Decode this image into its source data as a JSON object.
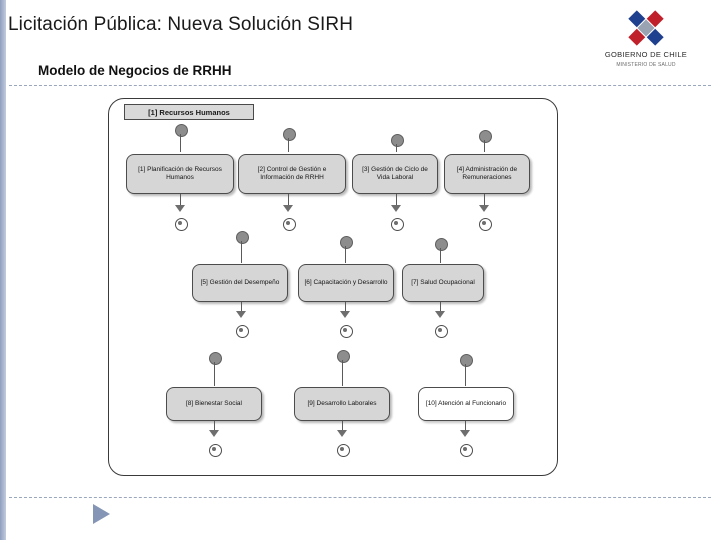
{
  "header": {
    "title": "Licitación Pública: Nueva Solución SIRH",
    "subtitle": "Modelo de Negocios de RRHH"
  },
  "logo": {
    "name": "gobierno-de-chile-logo",
    "line1": "GOBIERNO DE CHILE",
    "line2": "MINISTERIO DE SALUD",
    "colors": [
      "#1f3f8f",
      "#c0202a",
      "#ffffff",
      "#9aa3b2"
    ]
  },
  "diagram": {
    "section_header": "[1] Recursos Humanos",
    "nodes": [
      {
        "id": "n1",
        "label": "[1] Planificación de Recursos Humanos"
      },
      {
        "id": "n2",
        "label": "[2] Control de Gestión e Información de RRHH"
      },
      {
        "id": "n3",
        "label": "[3] Gestión de Ciclo de Vida Laboral"
      },
      {
        "id": "n4",
        "label": "[4] Administración de Remuneraciones"
      },
      {
        "id": "n5",
        "label": "[5] Gestión del Desempeño"
      },
      {
        "id": "n6",
        "label": "[6] Capacitación y Desarrollo"
      },
      {
        "id": "n7",
        "label": "[7] Salud Ocupacional"
      },
      {
        "id": "n8",
        "label": "[8] Bienestar Social"
      },
      {
        "id": "n9",
        "label": "[9] Desarrollo Laborales"
      },
      {
        "id": "n10",
        "label": "[10] Atención al Funcionario"
      }
    ]
  },
  "footer": {
    "arrow": "next-arrow"
  }
}
